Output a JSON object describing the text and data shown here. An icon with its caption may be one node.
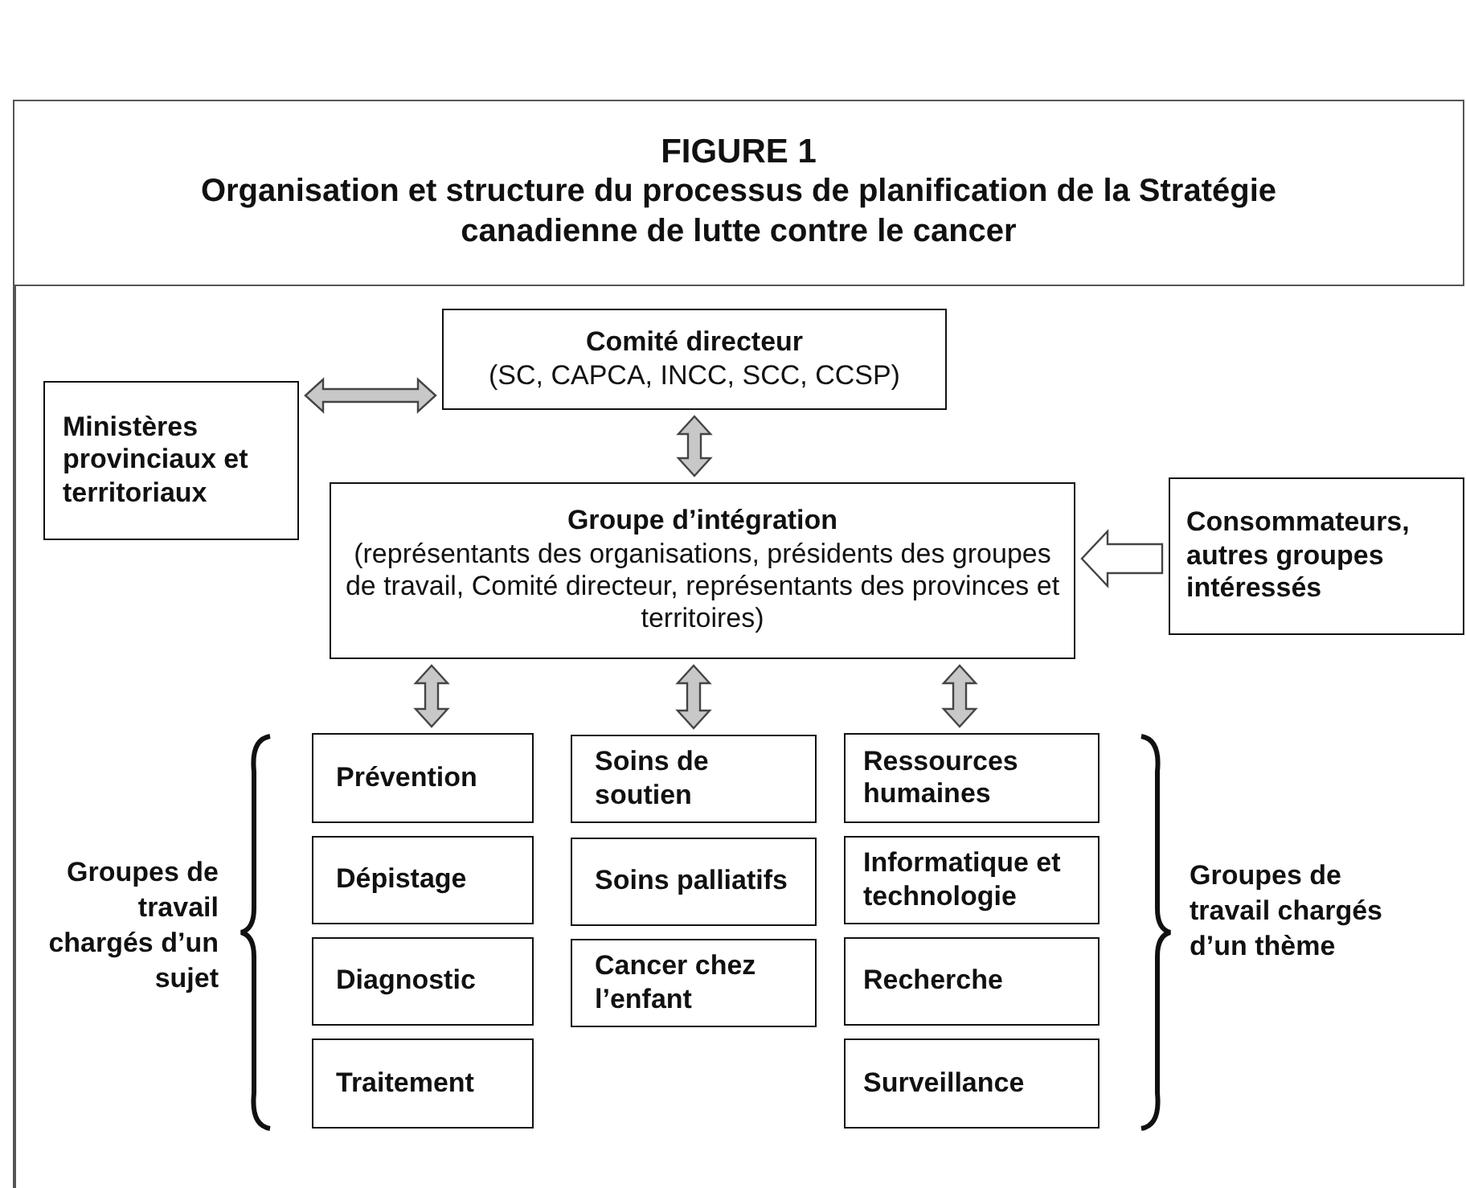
{
  "diagram": {
    "title": "FIGURE 1",
    "nodes": [
      {
        "text": [
          "Comité directeur",
          "(SC, CAPCA, INCC, SCC, CCSP)"
        ]
      },
      {
        "text": [
          "Ministères provinciaux et territoriaux"
        ]
      },
      {
        "text": [
          "Groupe d’intégration",
          "(représentants des organisations, présidents des groupes de travail, Comité directeur, représentants des provinces et territoires)"
        ]
      },
      {
        "text": [
          "Consommateurs, autres groupes intéressés"
        ]
      },
      {
        "text": [
          "Prévention"
        ]
      },
      {
        "text": [
          "Soins de soutien"
        ]
      },
      {
        "text": [
          "Ressources humaines"
        ]
      },
      {
        "text": [
          "Dépistage"
        ]
      },
      {
        "text": [
          "Soins palliatifs"
        ]
      },
      {
        "text": [
          "Informatique et technologie"
        ]
      },
      {
        "text": [
          "Diagnostic"
        ]
      },
      {
        "text": [
          "Cancer chez l’enfant"
        ]
      },
      {
        "text": [
          "Recherche"
        ]
      },
      {
        "text": [
          "Traitement"
        ]
      },
      {
        "text": [
          "Surveillance"
        ]
      }
    ],
    "edges": [
      {
        "from": 1,
        "to": 0,
        "arrow": "both"
      },
      {
        "from": 0,
        "to": 2,
        "arrow": "both"
      },
      {
        "from": 3,
        "to": 2,
        "arrow": "to"
      },
      {
        "from": 2,
        "to": 4,
        "arrow": "both"
      },
      {
        "from": 2,
        "to": 5,
        "arrow": "both"
      },
      {
        "from": 2,
        "to": 6,
        "arrow": "both"
      }
    ],
    "labels": [
      "Organisation et structure du processus de planification de la Stratégie canadienne de lutte contre le cancer",
      "Groupes de travail chargés d’un sujet",
      "Groupes de travail chargés d’un thème"
    ]
  }
}
